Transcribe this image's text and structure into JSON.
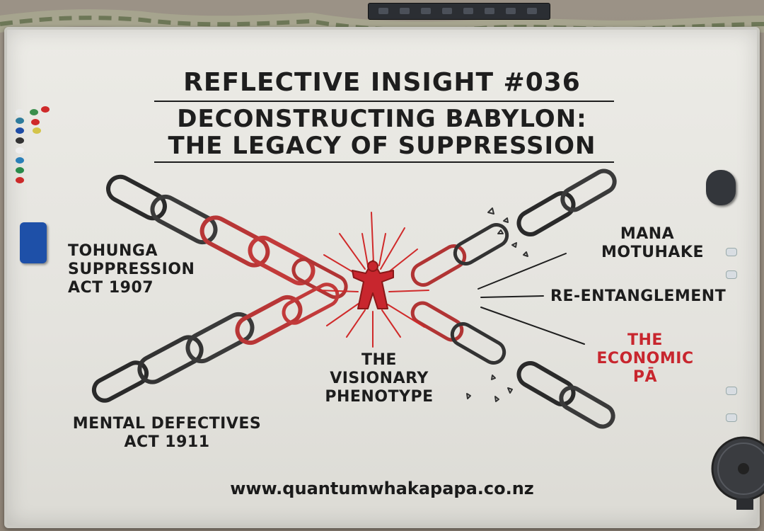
{
  "board": {
    "title_line1": "REFLECTIVE INSIGHT #036",
    "title_line2": "DECONSTRUCTING BABYLON:",
    "title_line3": "THE LEGACY OF SUPPRESSION"
  },
  "labels": {
    "top_left": [
      "TOHUNGA",
      "SUPPRESSION",
      "ACT 1907"
    ],
    "bottom_left": [
      "MENTAL DEFECTIVES",
      "ACT 1911"
    ],
    "center": [
      "THE",
      "VISIONARY",
      "PHENOTYPE"
    ],
    "top_right": [
      "MANA",
      "MOTUHAKE"
    ],
    "middle_right": "RE-ENTANGLEMENT",
    "bottom_right": [
      "THE",
      "ECONOMIC",
      "PĀ"
    ]
  },
  "footer": {
    "url": "www.quantumwhakapapa.co.nz"
  },
  "colors": {
    "ink": "#1e1e1e",
    "accent_red": "#c8262e",
    "board": "#e8e7e2"
  },
  "icons": {
    "burst": "red-starburst-figure-icon",
    "chain": "chain-link-icon"
  }
}
